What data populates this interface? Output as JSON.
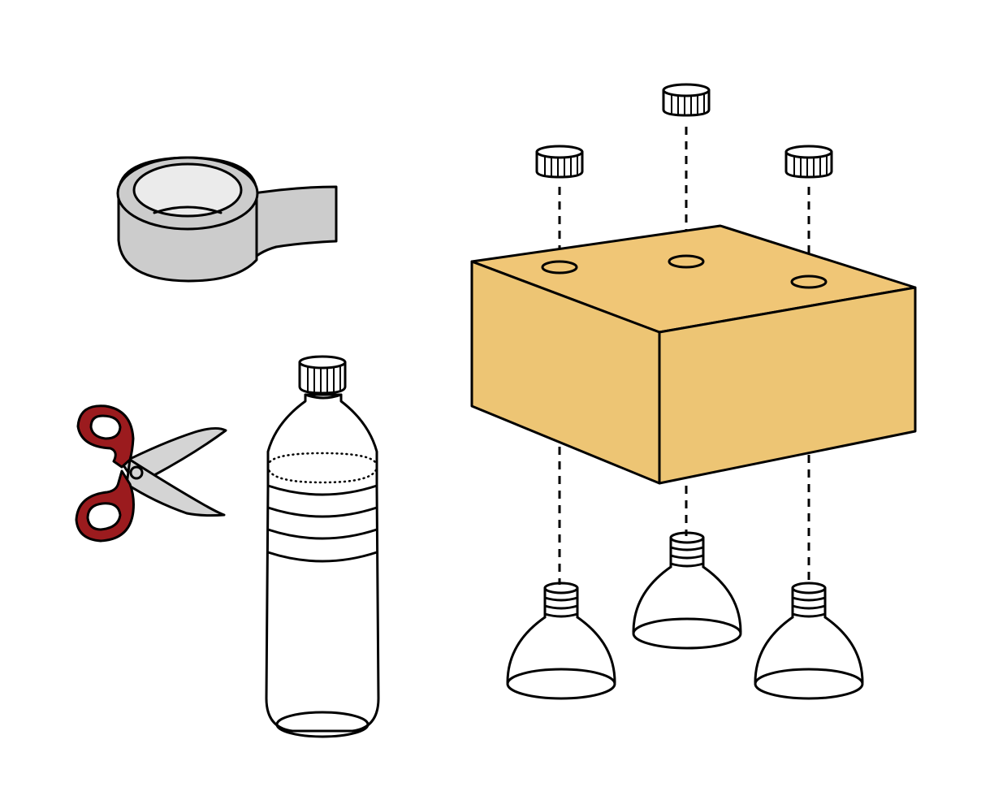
{
  "colors": {
    "outline": "#000000",
    "background": "#ffffff",
    "tape": "#cccccc",
    "tape_hole": "#ebebeb",
    "scissor_handle": "#9b1b1e",
    "scissor_blade": "#d4d4d4",
    "box_top": "#f0c676",
    "box_side": "#edc574",
    "cap_yellow": "#f5b800",
    "cap_green": "#6fb24a",
    "cap_blue": "#12a6e2",
    "cap_light": "#dfeffb"
  },
  "items": [
    {
      "name": "duct-tape",
      "icon": "tape-roll-icon"
    },
    {
      "name": "scissors",
      "icon": "scissors-icon"
    },
    {
      "name": "plastic-bottle",
      "icon": "bottle-icon",
      "cap_color": "cap_yellow"
    },
    {
      "name": "cardboard-box",
      "icon": "box-icon",
      "holes": 3
    },
    {
      "name": "bottle-caps",
      "icon": "cap-icon",
      "colors": [
        "cap_green",
        "cap_blue",
        "cap_light"
      ]
    },
    {
      "name": "bottle-tops",
      "icon": "bottle-top-icon",
      "count": 3
    }
  ]
}
